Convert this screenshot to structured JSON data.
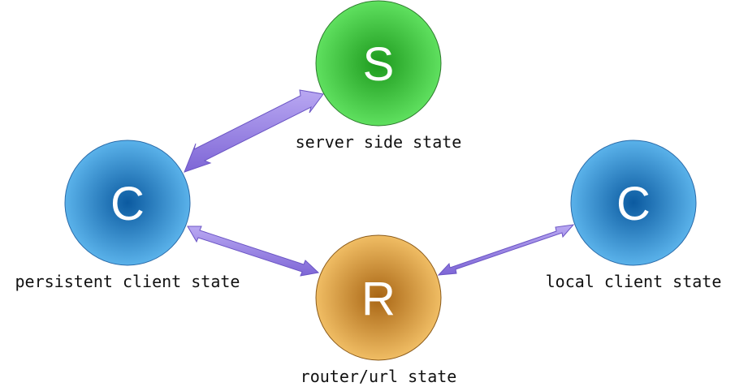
{
  "nodes": [
    {
      "id": "server",
      "letter": "S",
      "label": "server side state",
      "color": "#3cc43c"
    },
    {
      "id": "persistent-client",
      "letter": "C",
      "label": "persistent client state",
      "color": "#2f86cf"
    },
    {
      "id": "local-client",
      "letter": "C",
      "label": "local client state",
      "color": "#2f86cf"
    },
    {
      "id": "router",
      "letter": "R",
      "label": "router/url state",
      "color": "#c98a2c"
    }
  ],
  "arrow_color": "#9b86e6"
}
